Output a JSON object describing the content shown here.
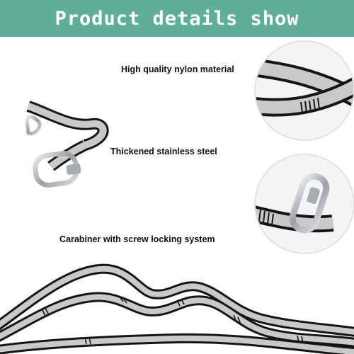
{
  "header": {
    "title": "Product details show",
    "background_color": "#5fae99"
  },
  "features": [
    {
      "caption": "High quality nylon material"
    },
    {
      "caption": "Thickened stainless steel"
    },
    {
      "caption": "Carabiner with screw locking system"
    }
  ],
  "colors": {
    "strap_black": "#151515",
    "strap_gray": "#c9c9c9",
    "metal": "#b9bcc0",
    "circle_fill": "#f4f4f4"
  }
}
